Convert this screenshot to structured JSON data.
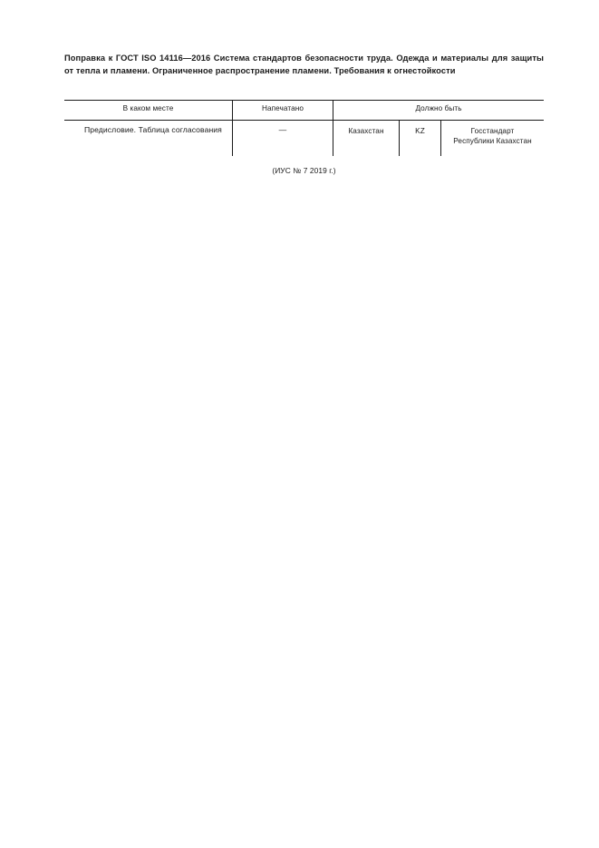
{
  "document": {
    "heading": "Поправка к ГОСТ ISO 14116—2016 Система стандартов безопасности труда. Одежда и материалы для защиты от тепла и пламени. Ограниченное распространение пламени. Требования к огнестойкости",
    "footer": "(ИУС № 7  2019 г.)"
  },
  "table": {
    "headers": {
      "where": "В каком месте",
      "printed": "Напечатано",
      "should_be": "Должно быть"
    },
    "rows": [
      {
        "where": "Предисловие. Таблица согласования",
        "printed": "—",
        "should_be": {
          "country": "Казахстан",
          "code": "KZ",
          "organization_line1": "Госстандарт",
          "organization_line2": "Республики Казахстан"
        }
      }
    ]
  },
  "colors": {
    "page_background": "#ffffff",
    "text": "#1a1a1a",
    "rule": "#1a1a1a"
  }
}
